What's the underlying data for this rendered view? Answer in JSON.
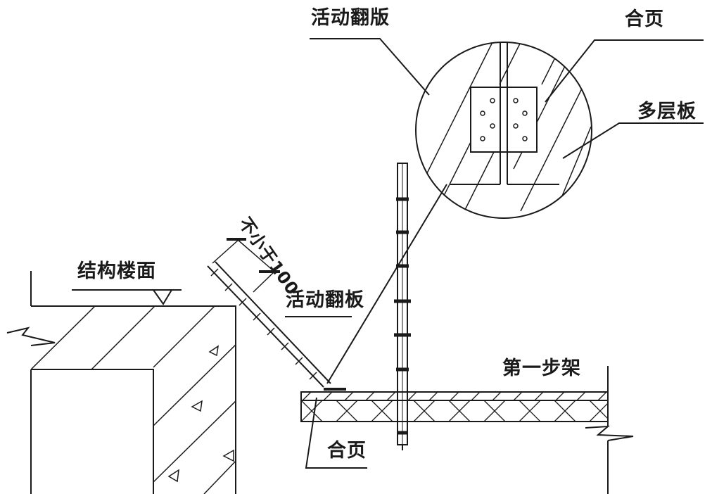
{
  "diagram": {
    "type": "construction-detail",
    "colors": {
      "line": "#1a1a1a",
      "background": "#ffffff"
    },
    "labels": {
      "detail_flip_board": "活动翻版",
      "detail_hinge": "合页",
      "detail_multilayer_board": "多层板",
      "dimension": "不小于100",
      "flip_board": "活动翻板",
      "structural_floor": "结构楼面",
      "first_step_frame": "第一步架",
      "hinge": "合页"
    }
  }
}
